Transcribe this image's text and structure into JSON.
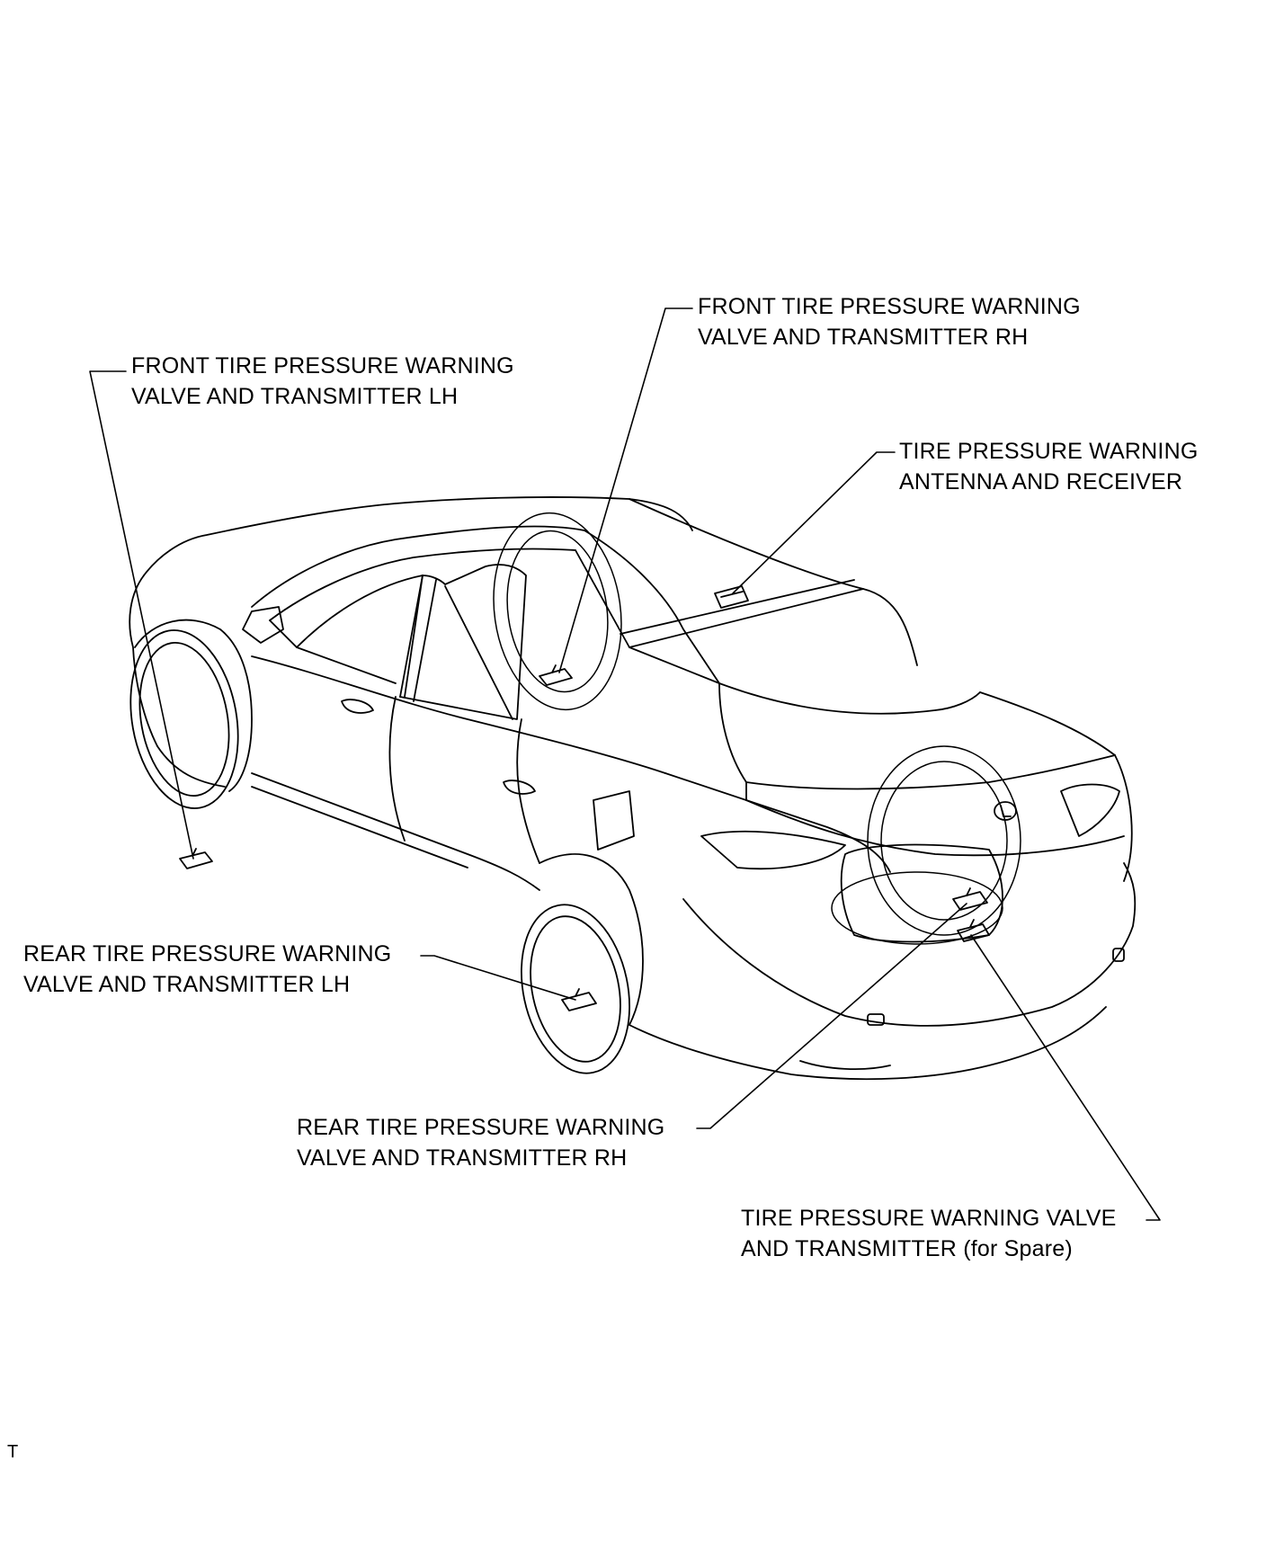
{
  "labels": {
    "front_rh": {
      "line1": "FRONT TIRE PRESSURE WARNING",
      "line2": "VALVE AND TRANSMITTER RH"
    },
    "front_lh": {
      "line1": "FRONT TIRE PRESSURE WARNING",
      "line2": "VALVE AND TRANSMITTER LH"
    },
    "antenna": {
      "line1": "TIRE PRESSURE WARNING",
      "line2": "ANTENNA AND RECEIVER"
    },
    "rear_lh": {
      "line1": "REAR TIRE PRESSURE WARNING",
      "line2": "VALVE AND TRANSMITTER LH"
    },
    "rear_rh": {
      "line1": "REAR TIRE PRESSURE WARNING",
      "line2": "VALVE AND TRANSMITTER RH"
    },
    "spare": {
      "line1": "TIRE PRESSURE WARNING VALVE",
      "line2": "AND TRANSMITTER (for Spare)"
    }
  },
  "footer": {
    "mark": "T"
  },
  "colors": {
    "line": "#000000",
    "background": "#ffffff"
  }
}
